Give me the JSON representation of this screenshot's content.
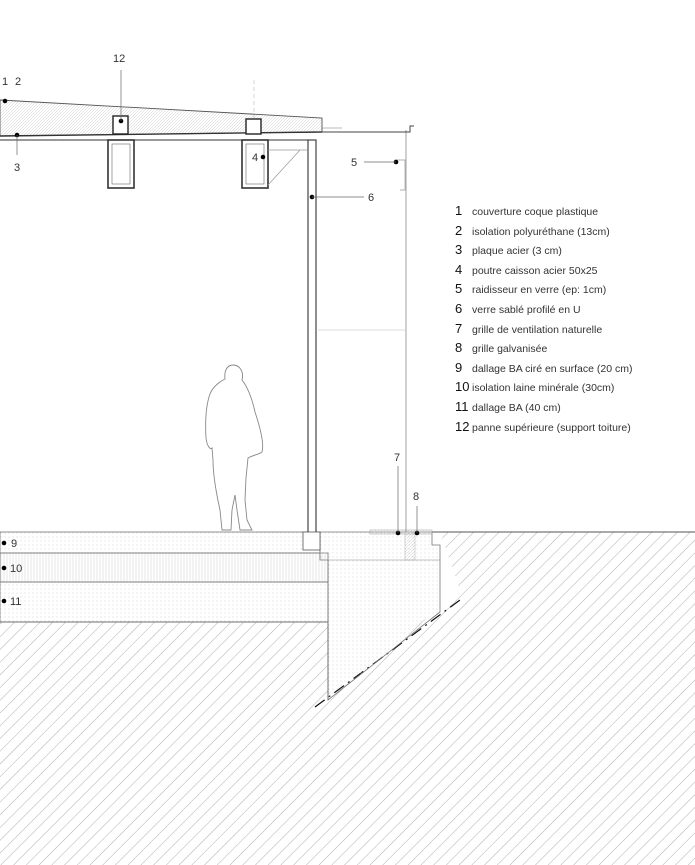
{
  "callouts": {
    "c1": "1",
    "c2": "2",
    "c3": "3",
    "c4": "4",
    "c5": "5",
    "c6": "6",
    "c7": "7",
    "c8": "8",
    "c9": "9",
    "c10": "10",
    "c11": "11",
    "c12": "12"
  },
  "legend": [
    {
      "num": "1",
      "text": "couverture coque plastique"
    },
    {
      "num": "2",
      "text": "isolation polyuréthane (13cm)"
    },
    {
      "num": "3",
      "text": "plaque acier (3 cm)"
    },
    {
      "num": "4",
      "text": "poutre caisson acier 50x25"
    },
    {
      "num": "5",
      "text": "raidisseur en verre (ep: 1cm)"
    },
    {
      "num": "6",
      "text": "verre sablé profilé en U"
    },
    {
      "num": "7",
      "text": "grille de ventilation naturelle"
    },
    {
      "num": "8",
      "text": "grille galvanisée"
    },
    {
      "num": "9",
      "text": "dallage  BA ciré en surface (20 cm)"
    },
    {
      "num": "10",
      "text": "isolation laine minérale (30cm)"
    },
    {
      "num": "11",
      "text": "dallage  BA (40 cm)"
    },
    {
      "num": "12",
      "text": "panne supérieure (support toiture)"
    }
  ]
}
